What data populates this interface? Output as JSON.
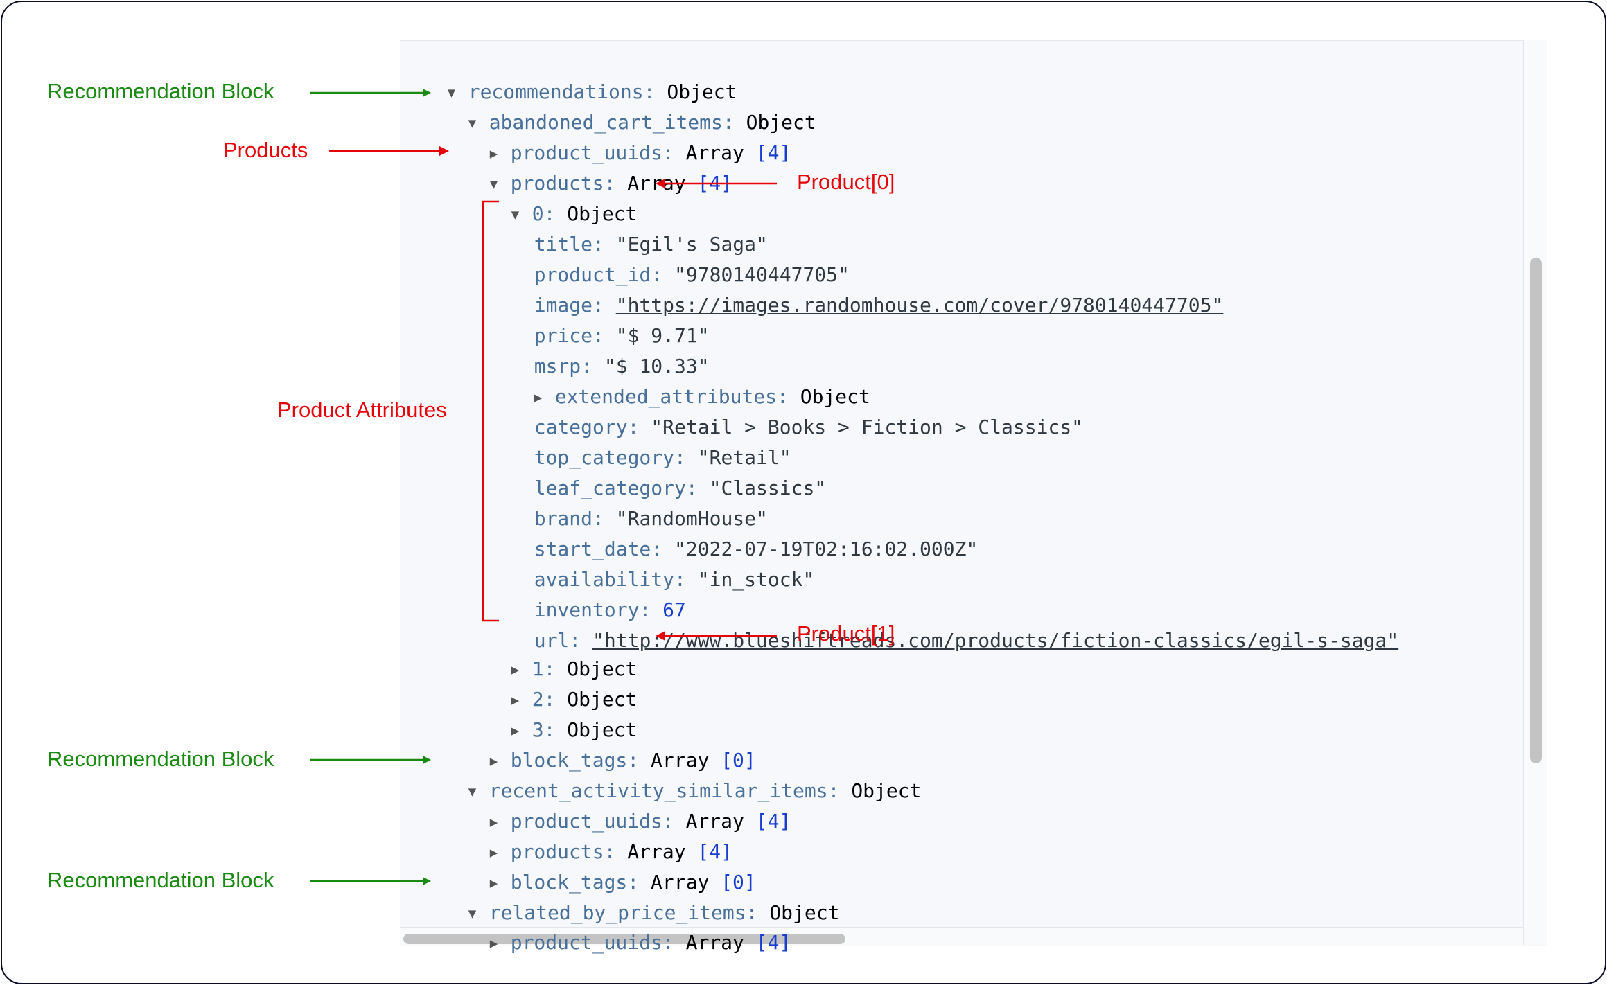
{
  "annotations": {
    "recommendation_block": "Recommendation Block",
    "products": "Products",
    "product_0": "Product[0]",
    "product_1": "Product[1]",
    "product_attributes": "Product Attributes"
  },
  "tree": {
    "recommendations": {
      "key": "recommendations",
      "value": "Object"
    },
    "abandoned_cart_items": {
      "key": "abandoned_cart_items",
      "value": "Object",
      "product_uuids": {
        "key": "product_uuids",
        "value": "Array",
        "count": "[4]"
      },
      "products": {
        "key": "products",
        "value": "Array",
        "count": "[4]"
      },
      "item0": {
        "key": "0",
        "value": "Object",
        "title": {
          "key": "title",
          "value": "\"Egil's Saga\""
        },
        "product_id": {
          "key": "product_id",
          "value": "\"9780140447705\""
        },
        "image": {
          "key": "image",
          "value": "\"https://images.randomhouse.com/cover/9780140447705\""
        },
        "price": {
          "key": "price",
          "value": "\"$ 9.71\""
        },
        "msrp": {
          "key": "msrp",
          "value": "\"$ 10.33\""
        },
        "extended_attributes": {
          "key": "extended_attributes",
          "value": "Object"
        },
        "category": {
          "key": "category",
          "value": "\"Retail > Books > Fiction > Classics\""
        },
        "top_category": {
          "key": "top_category",
          "value": "\"Retail\""
        },
        "leaf_category": {
          "key": "leaf_category",
          "value": "\"Classics\""
        },
        "brand": {
          "key": "brand",
          "value": "\"RandomHouse\""
        },
        "start_date": {
          "key": "start_date",
          "value": "\"2022-07-19T02:16:02.000Z\""
        },
        "availability": {
          "key": "availability",
          "value": "\"in_stock\""
        },
        "inventory": {
          "key": "inventory",
          "value": "67"
        },
        "url": {
          "key": "url",
          "value": "\"http://www.blueshiftreads.com/products/fiction-classics/egil-s-saga\""
        }
      },
      "item1": {
        "key": "1",
        "value": "Object"
      },
      "item2": {
        "key": "2",
        "value": "Object"
      },
      "item3": {
        "key": "3",
        "value": "Object"
      },
      "block_tags": {
        "key": "block_tags",
        "value": "Array",
        "count": "[0]"
      }
    },
    "recent_activity_similar_items": {
      "key": "recent_activity_similar_items",
      "value": "Object",
      "product_uuids": {
        "key": "product_uuids",
        "value": "Array",
        "count": "[4]"
      },
      "products": {
        "key": "products",
        "value": "Array",
        "count": "[4]"
      },
      "block_tags": {
        "key": "block_tags",
        "value": "Array",
        "count": "[0]"
      }
    },
    "related_by_price_items": {
      "key": "related_by_price_items",
      "value": "Object",
      "product_uuids": {
        "key": "product_uuids",
        "value": "Array",
        "count": "[4]"
      }
    }
  },
  "colors": {
    "key": "#49709a",
    "number": "#1a3ecf",
    "annotation_green": "#1a8a12",
    "annotation_red": "#e3050a"
  },
  "icons": {
    "expanded": "triangle-down-icon",
    "collapsed": "triangle-right-icon"
  }
}
